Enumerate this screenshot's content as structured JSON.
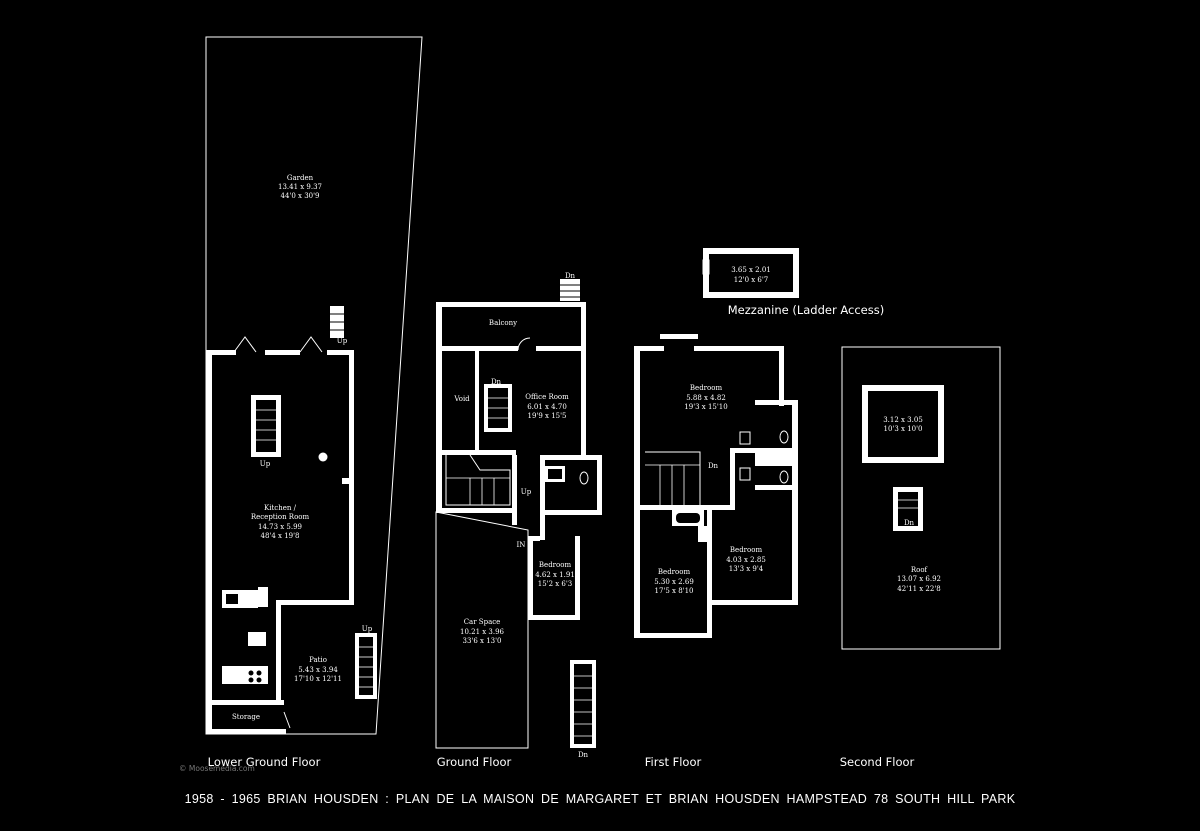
{
  "floors": {
    "lower_ground": "Lower Ground Floor",
    "ground": "Ground Floor",
    "first": "First Floor",
    "second": "Second Floor"
  },
  "mezzanine_label": "Mezzanine (Ladder Access)",
  "rooms": {
    "garden": {
      "name": "Garden",
      "metric": "13.41 x 9.37",
      "imperial": "44'0 x 30'9"
    },
    "kitchen": {
      "name": "Kitchen /",
      "name2": "Reception Room",
      "metric": "14.73 x 5.99",
      "imperial": "48'4 x 19'8"
    },
    "patio": {
      "name": "Patio",
      "metric": "5.43 x 3.94",
      "imperial": "17'10 x 12'11"
    },
    "storage": {
      "name": "Storage"
    },
    "balcony": {
      "name": "Balcony"
    },
    "void": {
      "name": "Void"
    },
    "office": {
      "name": "Office Room",
      "metric": "6.01 x 4.70",
      "imperial": "19'9 x 15'5"
    },
    "ground_bedroom": {
      "name": "Bedroom",
      "metric": "4.62 x 1.91",
      "imperial": "15'2 x 6'3"
    },
    "car_space": {
      "name": "Car Space",
      "metric": "10.21 x 3.96",
      "imperial": "33'6 x 13'0"
    },
    "first_bedroom_top": {
      "name": "Bedroom",
      "metric": "5.88 x 4.82",
      "imperial": "19'3 x 15'10"
    },
    "first_bedroom_left": {
      "name": "Bedroom",
      "metric": "5.30 x 2.69",
      "imperial": "17'5 x 8'10"
    },
    "first_bedroom_right": {
      "name": "Bedroom",
      "metric": "4.03 x 2.85",
      "imperial": "13'3 x 9'4"
    },
    "mezzanine": {
      "metric": "3.65 x 2.01",
      "imperial": "12'0 x 6'7"
    },
    "second_room": {
      "metric": "3.12 x 3.05",
      "imperial": "10'3 x 10'0"
    },
    "roof": {
      "name": "Roof",
      "metric": "13.07 x 6.92",
      "imperial": "42'11 x 22'8"
    }
  },
  "markers": {
    "up": "Up",
    "down": "Dn",
    "in": "IN"
  },
  "watermark": "© Moosemedia.com",
  "caption": "1958 - 1965 BRIAN HOUSDEN : PLAN DE LA MAISON DE MARGARET ET BRIAN HOUSDEN HAMPSTEAD 78 SOUTH HILL PARK"
}
